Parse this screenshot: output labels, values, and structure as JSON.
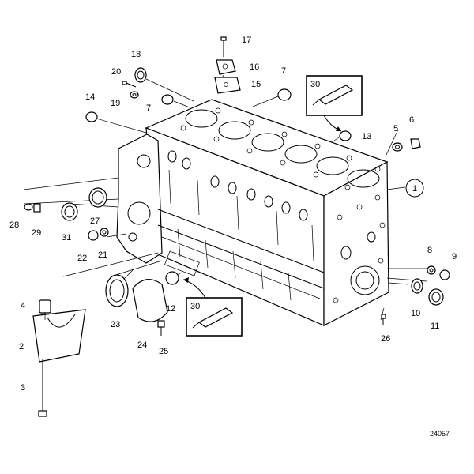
{
  "diagram_id": "24057",
  "callouts": {
    "c1": "1",
    "c2": "2",
    "c3": "3",
    "c4": "4",
    "c5": "5",
    "c6": "6",
    "c7a": "7",
    "c7b": "7",
    "c8": "8",
    "c9": "9",
    "c10": "10",
    "c11": "11",
    "c12": "12",
    "c13": "13",
    "c14": "14",
    "c15": "15",
    "c16": "16",
    "c17": "17",
    "c18": "18",
    "c19": "19",
    "c20": "20",
    "c21": "21",
    "c22": "22",
    "c23": "23",
    "c24": "24",
    "c25": "25",
    "c26": "26",
    "c27": "27",
    "c28": "28",
    "c29": "29",
    "c30a": "30",
    "c30b": "30",
    "c31": "31"
  }
}
